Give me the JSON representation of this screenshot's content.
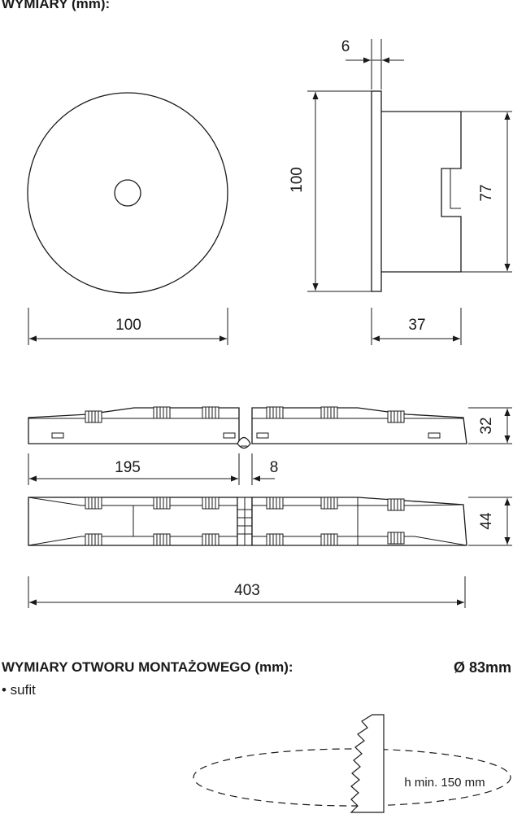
{
  "headings": {
    "dimensions": "WYMIARY (mm):",
    "mounting_hole": "WYMIARY OTWORU MONTAŻOWEGO (mm):",
    "hole_diameter": "Ø 83mm"
  },
  "mounting": {
    "bullet": "• sufit",
    "height_note": "h min. 150 mm"
  },
  "dimensions": {
    "front_width": "100",
    "side_height": "100",
    "side_body": "77",
    "side_plate": "6",
    "side_depth": "37",
    "profile_half": "195",
    "profile_gap": "8",
    "profile_height": "32",
    "top_width": "44",
    "total_length": "403"
  }
}
